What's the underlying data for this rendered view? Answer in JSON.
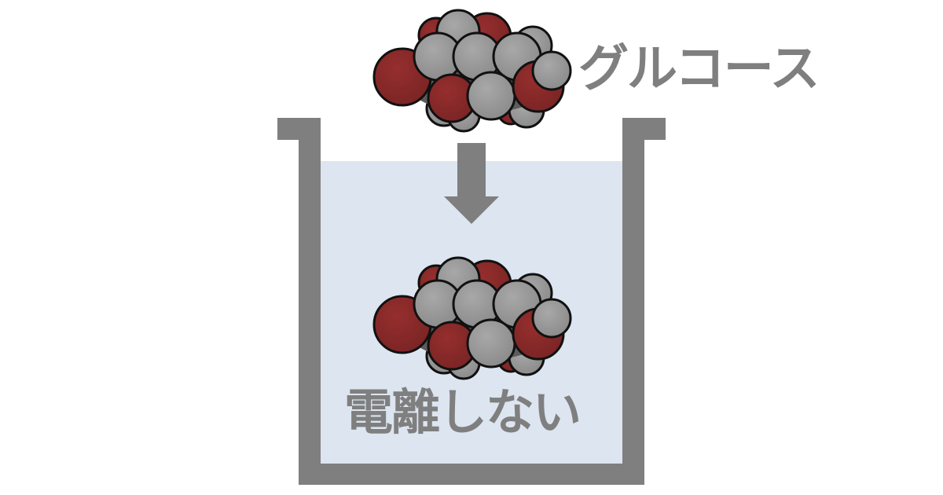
{
  "diagram": {
    "molecule_label": "グルコース",
    "result_label": "電離しない",
    "arrow_direction": "down",
    "container": "beaker-with-water",
    "molecules": [
      {
        "name": "glucose-before",
        "position": "above-beaker"
      },
      {
        "name": "glucose-dissolved",
        "position": "in-water"
      }
    ]
  },
  "colors": {
    "outline_gray": "#7f7f7f",
    "water": "#dce5f0",
    "oxygen": "#8a2a2a",
    "carbon": "#5c5c5c",
    "hydrogen": "#9a9a9a"
  }
}
